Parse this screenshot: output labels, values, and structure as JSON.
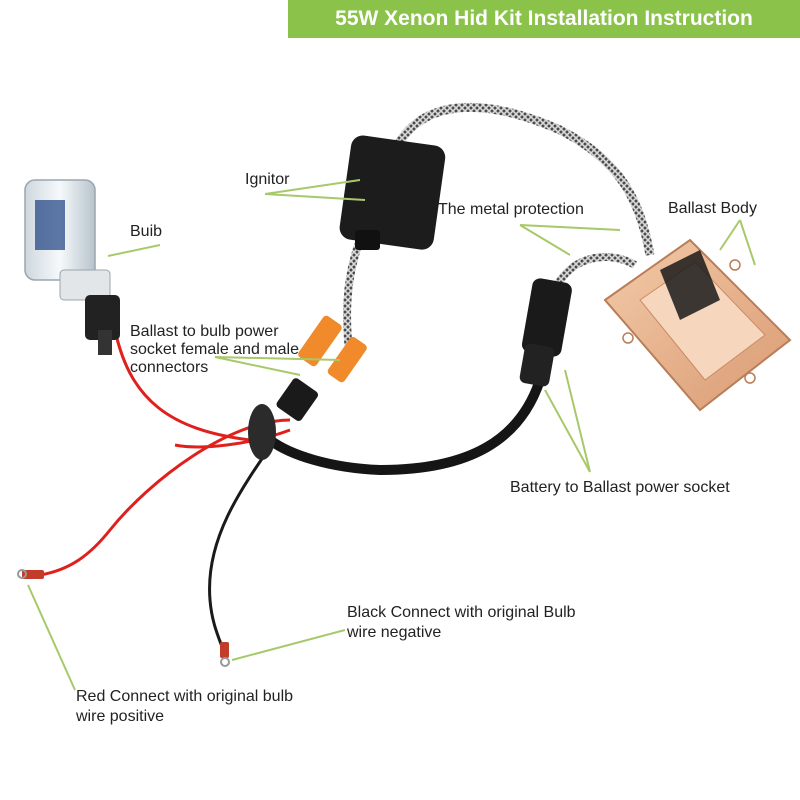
{
  "title": "55W Xenon Hid Kit Installation Instruction",
  "colors": {
    "title_bg": "#8bc34a",
    "leader": "#a8c96a",
    "red_wire": "#e0201c",
    "black_wire": "#1a1a1a",
    "ballast": "#e8b48f",
    "connector": "#f08a2a"
  },
  "labels": {
    "ignitor": "Ignitor",
    "bulb": "Buib",
    "metal_protection": "The metal protection",
    "ballast_body": "Ballast Body",
    "socket_connectors_1": "Ballast to bulb power",
    "socket_connectors_2": "socket female and male",
    "socket_connectors_3": "connectors",
    "battery_socket": "Battery to Ballast power socket",
    "black_connect_1": "Black Connect with original Bulb",
    "black_connect_2": "wire negative",
    "red_connect_1": "Red Connect with original bulb",
    "red_connect_2": "wire positive"
  },
  "icons": [
    "hid-bulb-icon",
    "ignitor-box-icon",
    "ballast-box-icon",
    "braided-cable-icon",
    "connector-plug-icon"
  ]
}
